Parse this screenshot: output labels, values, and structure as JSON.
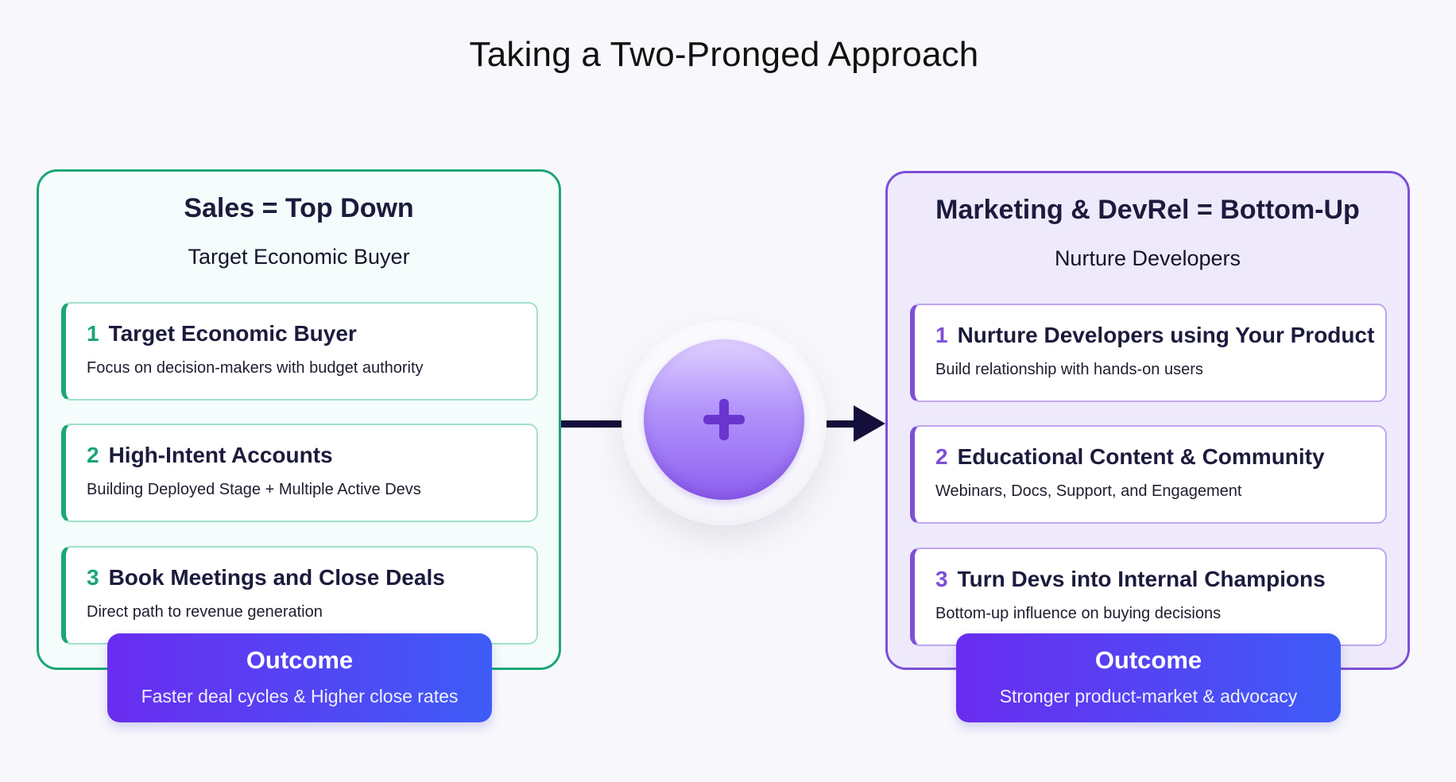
{
  "title": "Taking a Two-Pronged Approach",
  "left": {
    "heading": "Sales = Top Down",
    "subheading": "Target Economic Buyer",
    "cards": [
      {
        "number": "1",
        "title": "Target Economic Buyer",
        "description": "Focus on decision-makers with budget authority"
      },
      {
        "number": "2",
        "title": "High-Intent Accounts",
        "description": "Building Deployed Stage + Multiple Active Devs"
      },
      {
        "number": "3",
        "title": "Book Meetings and Close Deals",
        "description": "Direct path to revenue generation"
      }
    ],
    "outcome": {
      "title": "Outcome",
      "text": "Faster deal cycles & Higher close rates"
    }
  },
  "right": {
    "heading": "Marketing & DevRel = Bottom-Up",
    "subheading": "Nurture Developers",
    "cards": [
      {
        "number": "1",
        "title": "Nurture Developers using Your Product",
        "description": "Build relationship with hands-on users"
      },
      {
        "number": "2",
        "title": "Educational Content & Community",
        "description": "Webinars, Docs, Support, and Engagement"
      },
      {
        "number": "3",
        "title": "Turn Devs into Internal Champions",
        "description": "Bottom-up influence on buying decisions"
      }
    ],
    "outcome": {
      "title": "Outcome",
      "text": "Stronger product-market & advocacy"
    }
  },
  "center": {
    "icon": "plus-icon"
  },
  "colors": {
    "sales_accent": "#1aa676",
    "marketing_accent": "#7d4fd6",
    "outcome_gradient_start": "#6a2cf0",
    "outcome_gradient_end": "#3e5cf7",
    "connector": "#140f3a"
  }
}
